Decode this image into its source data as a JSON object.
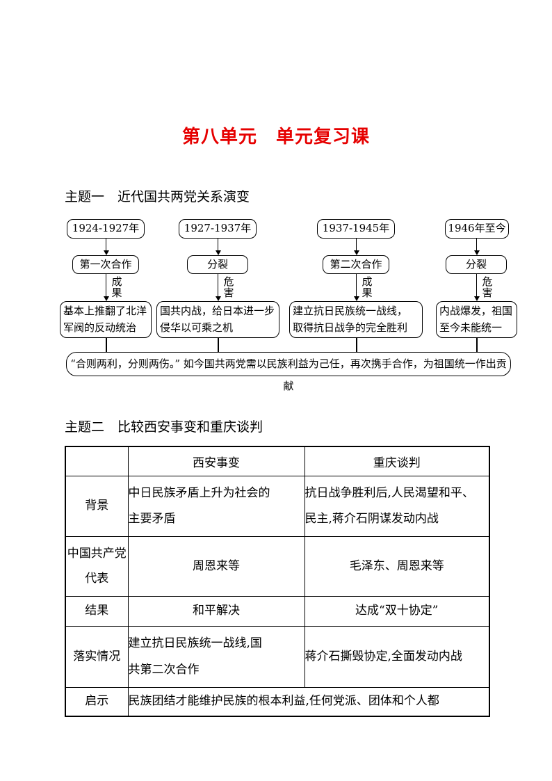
{
  "colors": {
    "title_red": "#e60000",
    "line_black": "#000000"
  },
  "title": "第八单元　单元复习课",
  "theme1": {
    "heading": "主题一　近代国共两党关系演变",
    "columns": [
      {
        "period": "1924-1927年",
        "phase": "第一次合作",
        "arrow_label": "成果",
        "result": "基本上推翻了北洋\n军阀的反动统治"
      },
      {
        "period": "1927-1937年",
        "phase": "分裂",
        "arrow_label": "危害",
        "result": "国共内战，给日本进一步\n侵华以可乘之机"
      },
      {
        "period": "1937-1945年",
        "phase": "第二次合作",
        "arrow_label": "成果",
        "result": "建立抗日民族统一战线，\n取得抗日战争的完全胜利"
      },
      {
        "period": "1946年至今",
        "phase": "分裂",
        "arrow_label": "危害",
        "result": "内战爆发，祖国\n至今未能统一"
      }
    ],
    "summary": "“合则两利，分则两伤。” 如今国共两党需以民族利益为己任，再次携手合作，为祖国统一作出贡献"
  },
  "theme2": {
    "heading": "主题二　比较西安事变和重庆谈判",
    "table": {
      "corner": "",
      "col_headers": [
        "西安事变",
        "重庆谈判"
      ],
      "rows": [
        {
          "label": "背景",
          "xian": "中日民族矛盾上升为社会的\n主要矛盾",
          "chongqing": "抗日战争胜利后,人民渴望和平、\n民主,蒋介石阴谋发动内战"
        },
        {
          "label": "中国共产党\n代表",
          "xian": "周恩来等",
          "chongqing": "毛泽东、周恩来等"
        },
        {
          "label": "结果",
          "xian": "和平解决",
          "chongqing": "达成“双十协定”"
        },
        {
          "label": "落实情况",
          "xian": "建立抗日民族统一战线,国\n共第二次合作",
          "chongqing": "蒋介石撕毁协定,全面发动内战"
        },
        {
          "label": "启示",
          "merged": "民族团结才能维护民族的根本利益,任何党派、团体和个人都"
        }
      ]
    }
  }
}
